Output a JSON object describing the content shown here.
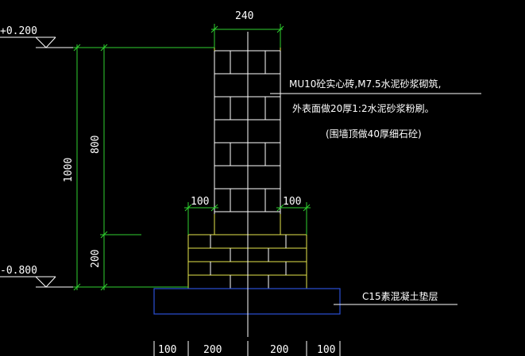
{
  "levels": {
    "top": "+0.200",
    "bottom": "-0.800"
  },
  "dimensions": {
    "wall_width": "240",
    "height_upper": "800",
    "height_lower": "200",
    "height_total": "1000",
    "offset_left": "100",
    "offset_right": "100",
    "bottom_1": "100",
    "bottom_2": "200",
    "bottom_3": "200",
    "bottom_4": "100"
  },
  "notes": {
    "line1": "MU10砼实心砖,M7.5水泥砂浆砌筑,",
    "line2": "外表面做20厚1:2水泥砂浆粉刷。",
    "line3": "(围墙顶做40厚细石砼)",
    "cushion": "C15素混凝土垫层"
  },
  "colors": {
    "background": "#000000",
    "dimension": "#2fd12f",
    "footing": "#e6e64c",
    "cushion": "#2b4fd6",
    "brick": "#ffffff"
  }
}
